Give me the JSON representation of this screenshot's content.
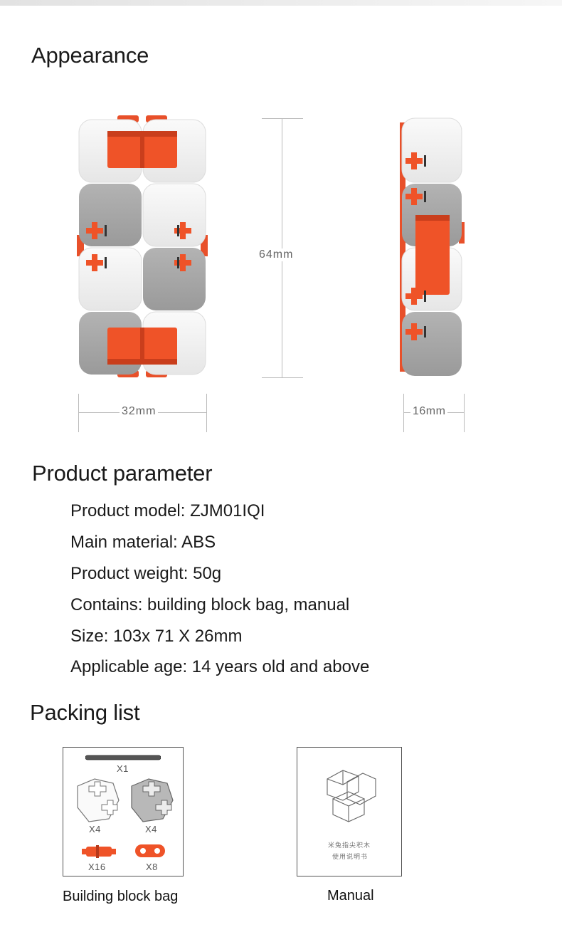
{
  "appearance": {
    "title": "Appearance",
    "dim_height": "64mm",
    "dim_width_front": "32mm",
    "dim_width_side": "16mm"
  },
  "parameters": {
    "title": "Product parameter",
    "items": [
      "Product model: ZJM01IQI",
      "Main material: ABS",
      "Product weight: 50g",
      "Contains: building block bag, manual",
      "Size: 103x 71 X 26mm",
      "Applicable age: 14 years old and above"
    ]
  },
  "packing": {
    "title": "Packing list",
    "bag_caption": "Building block bag",
    "manual_caption": "Manual",
    "qty_rod": "X1",
    "qty_white": "X4",
    "qty_gray": "X4",
    "qty_connector": "X16",
    "qty_link": "X8",
    "manual_cover_line1": "米兔指尖积木",
    "manual_cover_line2": "使用说明书"
  },
  "colors": {
    "accent": "#f0552b",
    "white_block": "#f1f1f1",
    "gray_block": "#a9a9a9"
  }
}
